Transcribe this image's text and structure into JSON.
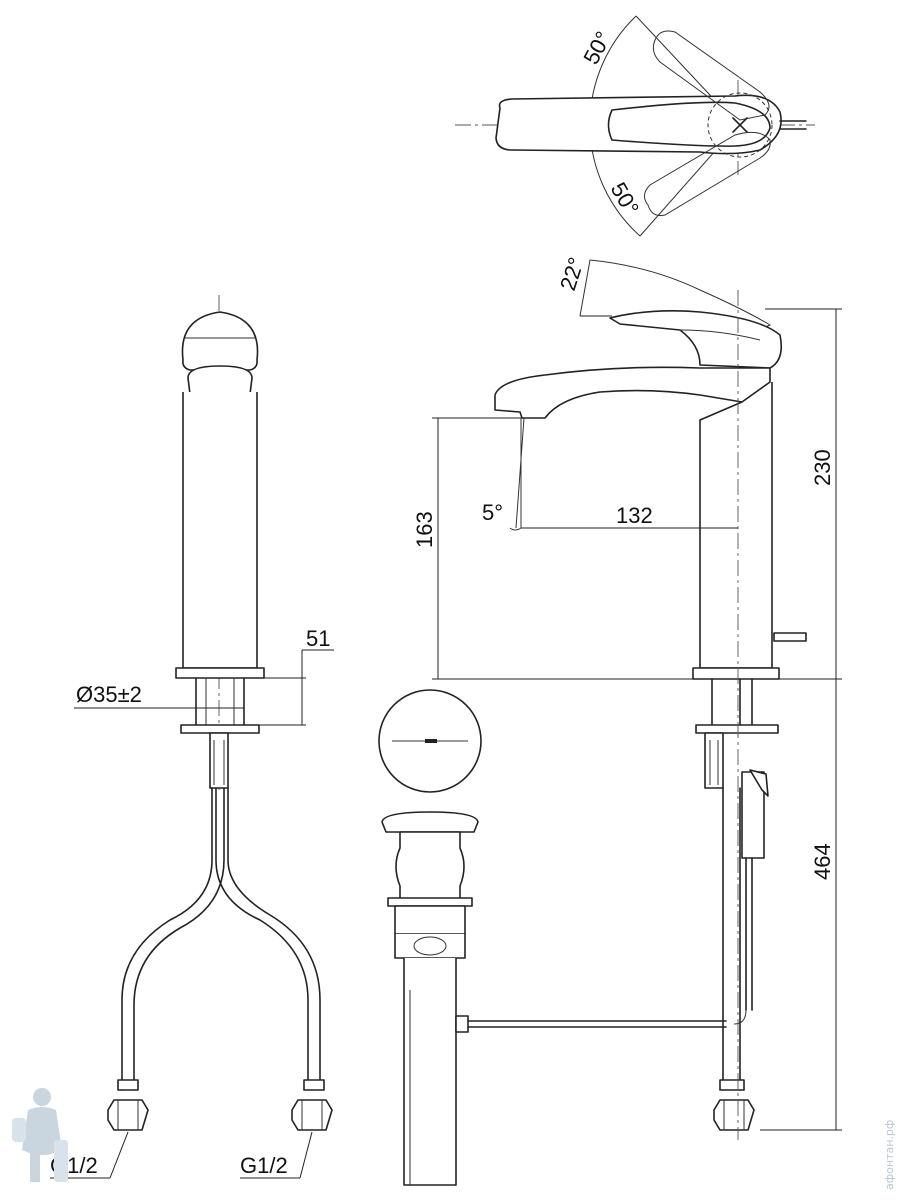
{
  "dimensions": {
    "top_angle_upper": "50°",
    "top_angle_lower": "50°",
    "lever_tilt": "22°",
    "spout_tilt": "5°",
    "total_height": "230",
    "spout_height": "163",
    "spout_reach": "132",
    "base_height": "51",
    "hole_diameter": "Ø35±2",
    "hose_length": "464",
    "thread_left": "G1/2",
    "thread_right": "G1/2"
  },
  "watermark": "афонтан.рф",
  "colors": {
    "line": "#222222",
    "watermark": "#b9c7d2"
  }
}
